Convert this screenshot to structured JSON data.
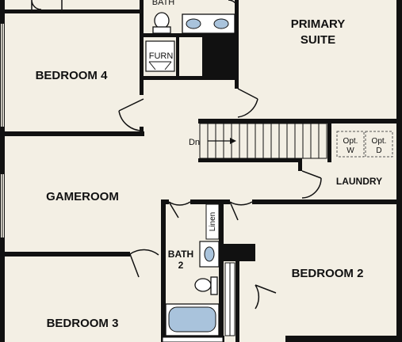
{
  "floor_plan": {
    "colors": {
      "floor": "#f3efe4",
      "wall": "#111111",
      "fixture": "#a9c3dc",
      "fixture_fill": "#ffffff"
    },
    "rooms": {
      "bath_top_partial": "BATH",
      "primary_suite_line1": "PRIMARY",
      "primary_suite_line2": "SUITE",
      "bedroom4": "BEDROOM 4",
      "gameroom": "GAMEROOM",
      "laundry": "LAUNDRY",
      "bath2_line1": "BATH",
      "bath2_line2": "2",
      "bedroom2": "BEDROOM 2",
      "bedroom3": "BEDROOM 3"
    },
    "labels": {
      "furnace": "FURN",
      "stairs_down": "Dn",
      "linen": "Linen",
      "opt_washer_line1": "Opt.",
      "opt_washer_line2": "W",
      "opt_dryer_line1": "Opt.",
      "opt_dryer_line2": "D"
    }
  }
}
